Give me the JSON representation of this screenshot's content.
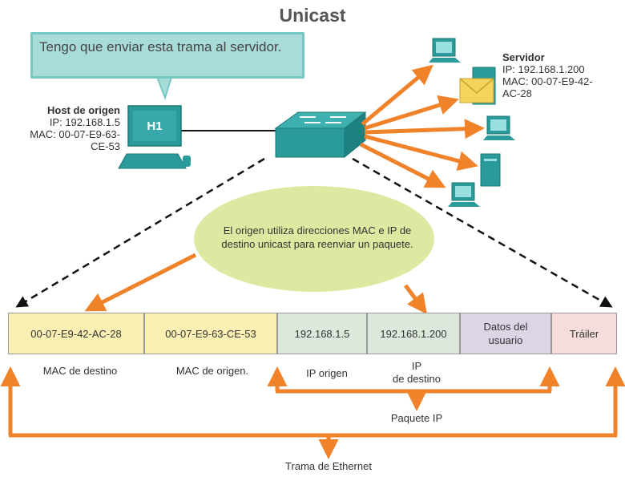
{
  "title": "Unicast",
  "bubble_text": "Tengo que enviar esta trama al servidor.",
  "host": {
    "heading": "Host de origen",
    "ip": "IP: 192.168.1.5",
    "mac_line1": "MAC: 00-07-E9-63-",
    "mac_line2": "CE-53",
    "label": "H1"
  },
  "server": {
    "heading": "Servidor",
    "ip": "IP: 192.168.1.200",
    "mac_line1": "MAC: 00-07-E9-42-",
    "mac_line2": "AC-28"
  },
  "ellipse_text": "El origen utiliza direcciones MAC e IP de destino unicast para reenviar un paquete.",
  "frame": {
    "fields": [
      {
        "text": "00-07-E9-42-AC-28",
        "color": "#fbf0b4"
      },
      {
        "text": "00-07-E9-63-CE-53",
        "color": "#fbf0b4"
      },
      {
        "text": "192.168.1.5",
        "color": "#dde8dc"
      },
      {
        "text": "192.168.1.200",
        "color": "#dde8dc"
      },
      {
        "text": "Datos del usuario",
        "color": "#ddd4e6"
      },
      {
        "text": "Tráiler",
        "color": "#f7dcdc"
      }
    ],
    "labels": {
      "mac_dest": "MAC de destino",
      "mac_src": "MAC de origen.",
      "ip_src": "IP origen",
      "ip_dest_1": "IP",
      "ip_dest_2": "de destino",
      "packet": "Paquete IP",
      "ethernet": "Trama de Ethernet"
    }
  },
  "colors": {
    "orange": "#f0822a",
    "teal": "#2a9a9a",
    "ellipse": "#dfe8a0"
  }
}
